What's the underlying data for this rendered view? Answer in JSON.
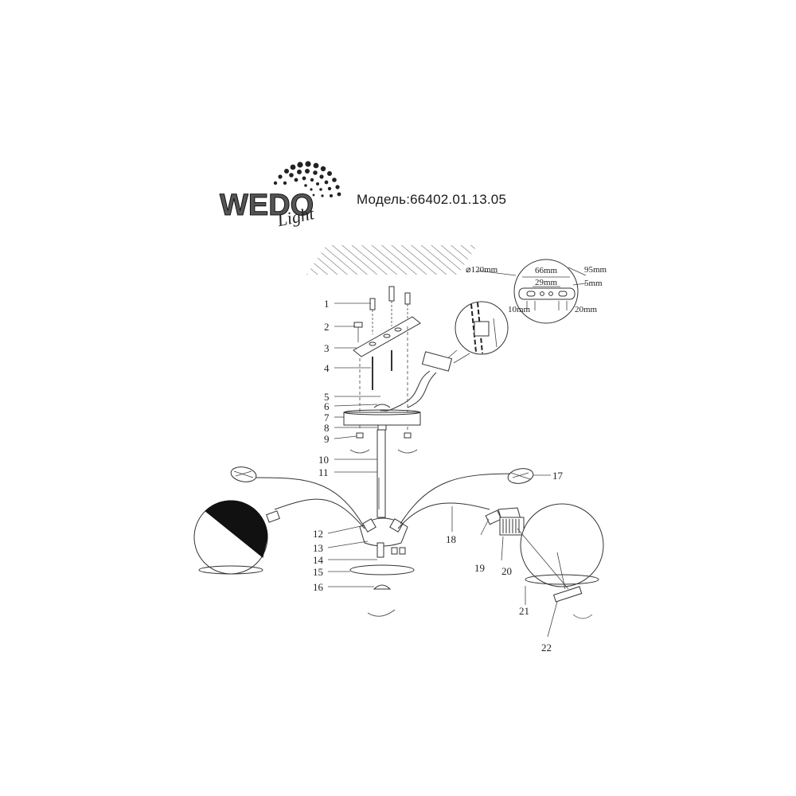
{
  "brand": {
    "logo_text": "WEDO",
    "logo_script": "Light"
  },
  "model_label": "Модель:66402.01.13.05",
  "dimensions": {
    "d": "⌀120mm",
    "w66": "66mm",
    "w29": "29mm",
    "w95": "95mm",
    "w5": "5mm",
    "w10": "10mm",
    "w20": "20mm"
  },
  "labels": [
    "1",
    "2",
    "3",
    "4",
    "5",
    "6",
    "7",
    "8",
    "9",
    "10",
    "11",
    "12",
    "13",
    "14",
    "15",
    "16",
    "17",
    "18",
    "19",
    "20",
    "21",
    "22"
  ]
}
